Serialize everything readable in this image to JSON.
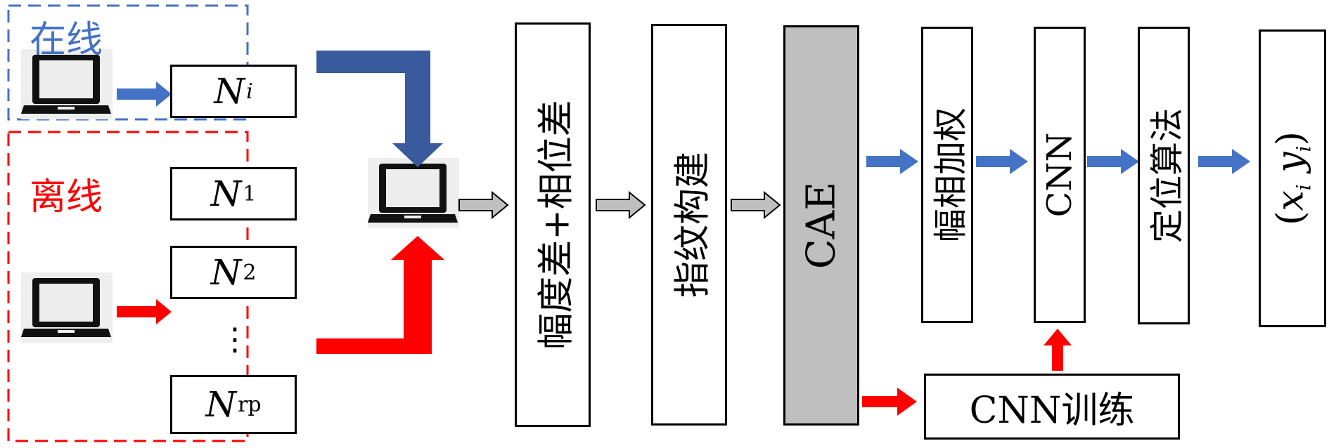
{
  "regions": {
    "online": {
      "label": "在线",
      "color": "#4472c4"
    },
    "offline": {
      "label": "离线",
      "color": "#ff0000"
    }
  },
  "nodes": {
    "n_i": {
      "base": "N",
      "sub": "i"
    },
    "n_1": {
      "base": "N",
      "sub": "1"
    },
    "n_2": {
      "base": "N",
      "sub": "2"
    },
    "dots": "⋮",
    "n_rp": {
      "base": "N",
      "sub": "rp"
    }
  },
  "pipeline": {
    "amp_phase": "幅度差+相位差",
    "fingerprint": "指纹构建",
    "cae": "CAE",
    "amp_weight": "幅相加权",
    "cnn": "CNN",
    "locate": "定位算法",
    "output": {
      "open": "(",
      "x": "x",
      "xsub": "i",
      "y": "y",
      "ysub": "i",
      "close": ")"
    },
    "cnn_train": "CNN训练"
  },
  "colors": {
    "blue_arrow": "#4472c4",
    "dark_blue_arrow": "#3a5a9e",
    "red_arrow": "#ff0000",
    "gray_arrow": "#bfbfbf",
    "cae_fill": "#bfbfbf"
  },
  "icons": [
    "laptop-icon"
  ]
}
